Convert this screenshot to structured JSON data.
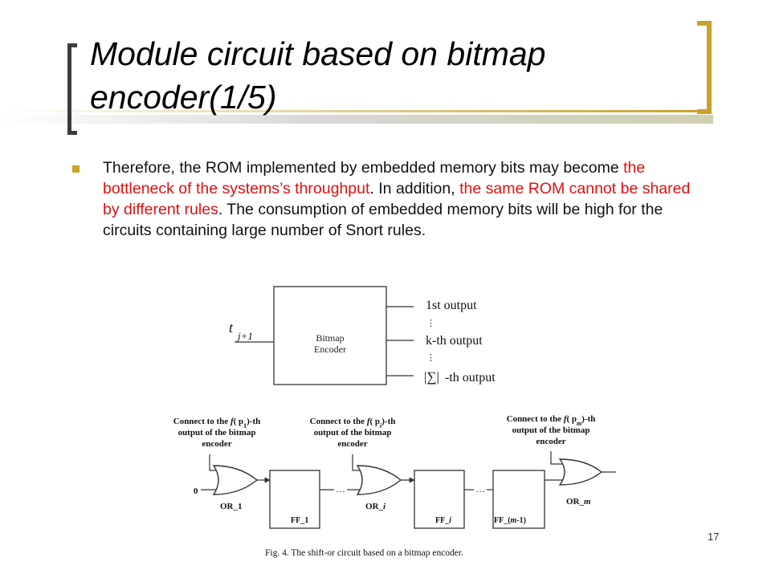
{
  "slide": {
    "title": "Module circuit based on bitmap encoder(1/5)",
    "body": {
      "t1": "Therefore, the ROM implemented by embedded memory bits may become ",
      "h1": "the bottleneck of the systems’s throughput",
      "t2": ". In addition, ",
      "h2": "the same ROM cannot be shared by different rules",
      "t3": ". The consumption of embedded memory bits will be high for the circuits containing large number of Snort rules."
    },
    "page_number": "17",
    "colors": {
      "accent": "#c9a227",
      "highlight": "#e01010",
      "text": "#111111"
    }
  },
  "figure": {
    "encoder": {
      "input_label_main": "t",
      "input_label_sub": "j+1",
      "box_label_line1": "Bitmap",
      "box_label_line2": "Encoder",
      "output_1": "1st output",
      "output_k": "k-th output",
      "output_last_symbol": "|∑|",
      "output_last_suffix": "-th output",
      "dots": "⋮"
    },
    "shift_or": {
      "connect_labels": [
        {
          "pre": "Connect to the ",
          "f": "f",
          "mid": "( p",
          "sub": "1",
          "post": ")-th",
          "line2": "output of the bitmap",
          "line3": "encoder"
        },
        {
          "pre": "Connect to the ",
          "f": "f",
          "mid": "( p",
          "sub": "i",
          "post": ")-th",
          "line2": "output of the bitmap",
          "line3": "encoder"
        },
        {
          "pre": "Connect to the ",
          "f": "f",
          "mid": "( p",
          "sub": "m",
          "post": ")-th",
          "line2": "output of the bitmap",
          "line3": "encoder"
        }
      ],
      "zero_input": "0",
      "ellipsis": "…",
      "gate_labels": [
        {
          "pre": "OR_",
          "var": "1"
        },
        {
          "pre": "OR_",
          "var": "i"
        },
        {
          "pre": "OR_",
          "var": "m"
        }
      ],
      "ff_labels": [
        {
          "pre": "FF_",
          "var": "1",
          "post": ""
        },
        {
          "pre": "FF_",
          "var": "i",
          "post": ""
        },
        {
          "pre": "FF_(",
          "var": "m",
          "post": "-1)"
        }
      ]
    },
    "caption": "Fig. 4. The shift-or circuit based on a bitmap encoder."
  }
}
